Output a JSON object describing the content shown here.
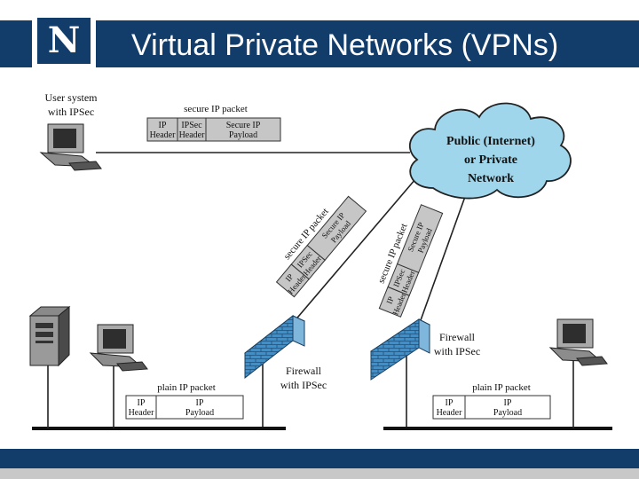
{
  "slide": {
    "title": "Virtual Private Networks (VPNs)",
    "logo_text": "N"
  },
  "diagram": {
    "user_system": [
      "User system",
      "with IPSec"
    ],
    "cloud": [
      "Public (Internet)",
      "or Private",
      "Network"
    ],
    "secure_packet_label": "secure IP packet",
    "plain_packet_label": "plain IP packet",
    "ip_header": [
      "IP",
      "Header"
    ],
    "ipsec_header": [
      "IPSec",
      "Header"
    ],
    "secure_payload": [
      "Secure IP",
      "Payload"
    ],
    "ip_payload": [
      "IP",
      "Payload"
    ],
    "firewall_left": [
      "Firewall",
      "with IPSec"
    ],
    "firewall_right": [
      "Firewall",
      "with IPSec"
    ]
  }
}
